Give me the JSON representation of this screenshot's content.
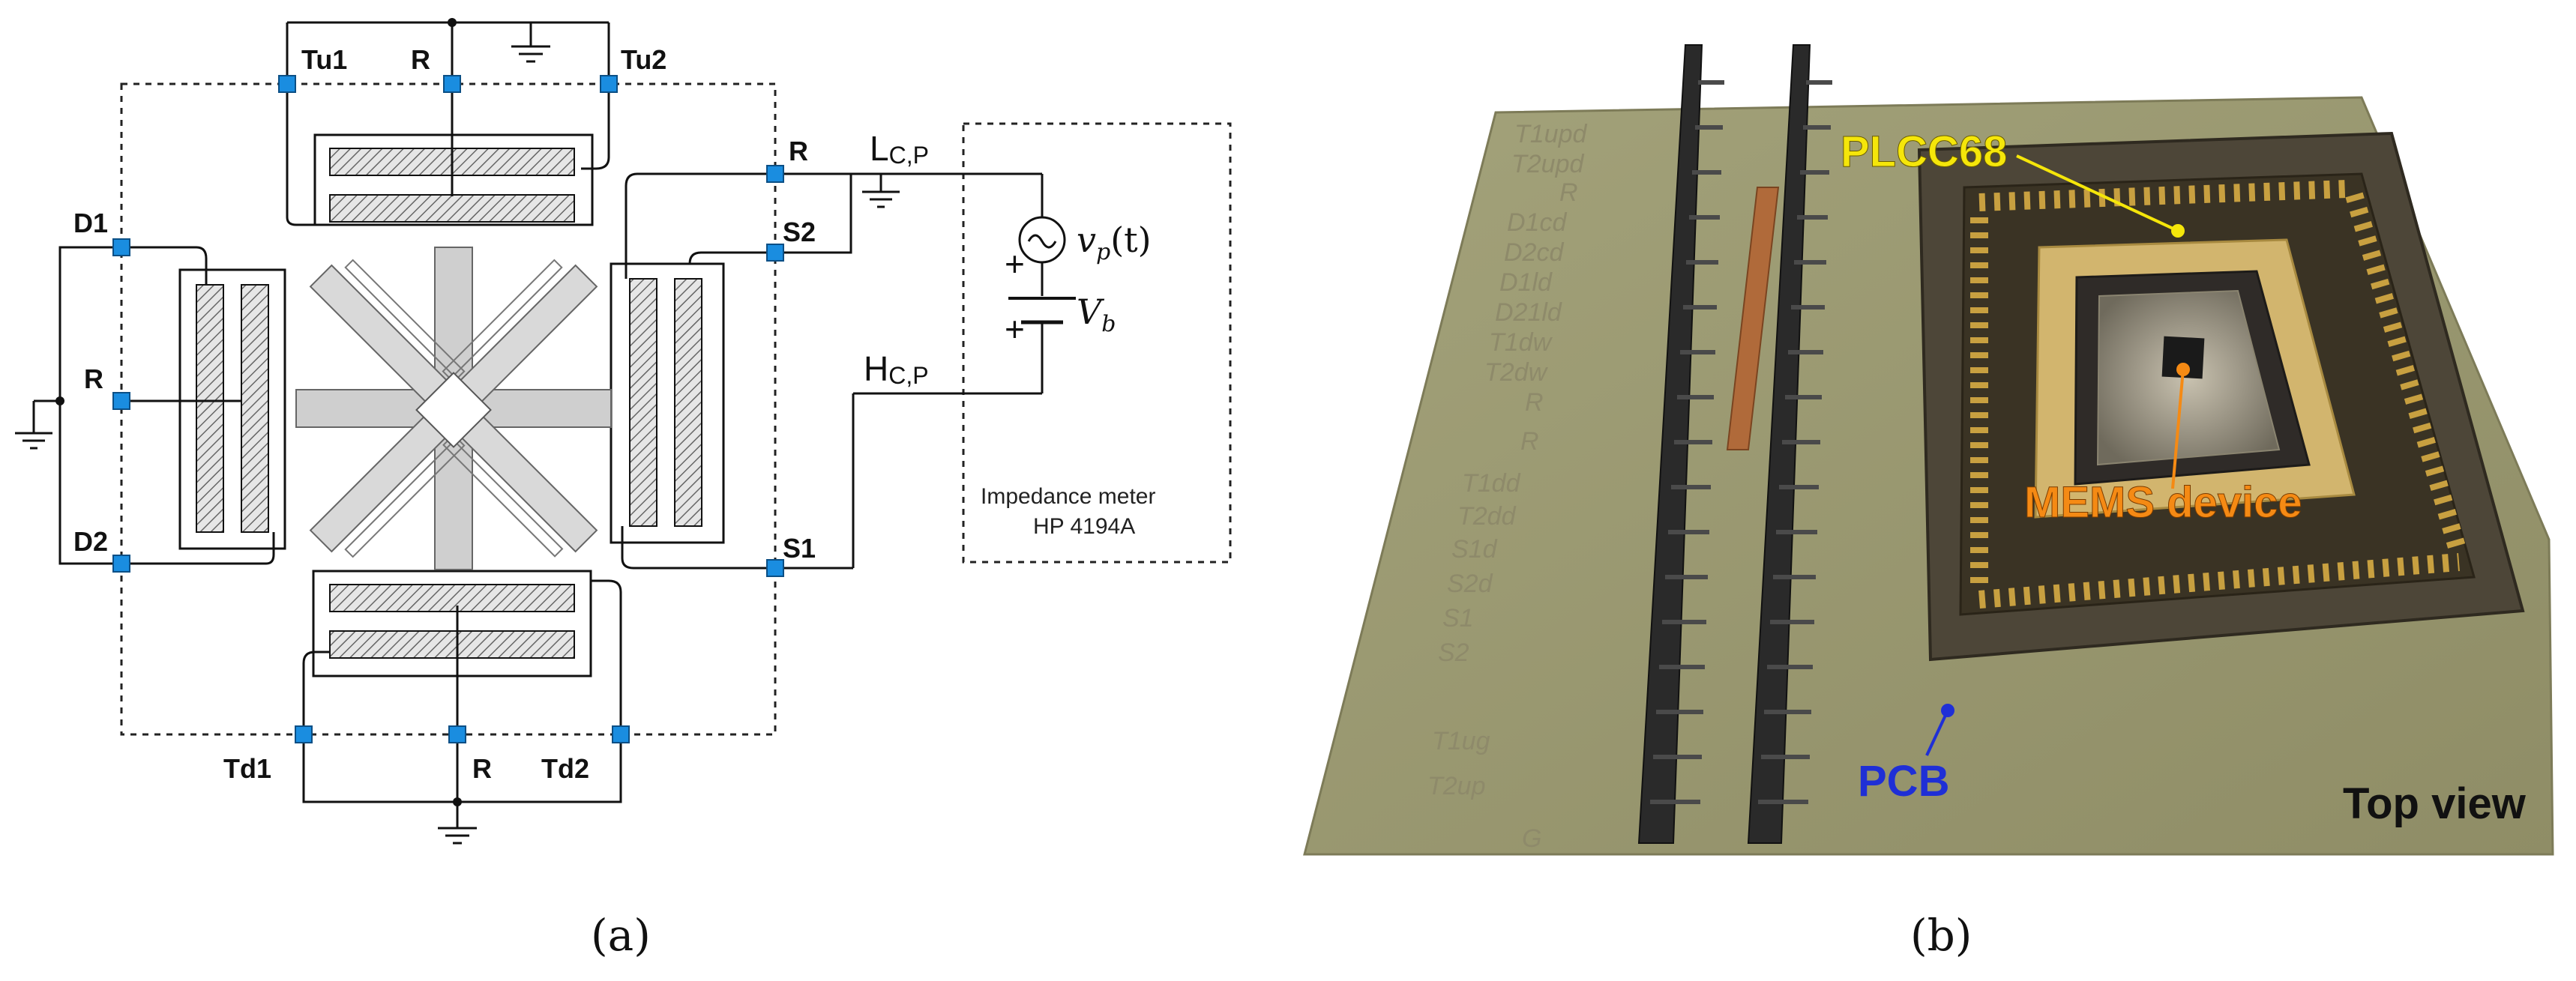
{
  "panel_a": {
    "terminals": {
      "tu1": "Tu1",
      "tu2": "Tu2",
      "r_top": "R",
      "d1": "D1",
      "r_left": "R",
      "d2": "D2",
      "r_right": "R",
      "s2": "S2",
      "s1": "S1",
      "td1": "Td1",
      "r_bottom": "R",
      "td2": "Td2"
    },
    "lcp_main": "L",
    "lcp_sub": "C,P",
    "hcp_main": "H",
    "hcp_sub": "C,P",
    "vp_label": "v",
    "vp_sub": "p",
    "vp_arg": "(t)",
    "vb_label": "V",
    "vb_sub": "b",
    "plus": "+",
    "meter_line1": "Impedance meter",
    "meter_line2": "HP 4194A",
    "caption": "(a)"
  },
  "panel_b": {
    "plcc_label": "PLCC68",
    "mems_label": "MEMS device",
    "pcb_label": "PCB",
    "view_label": "Top view",
    "silkscreen": [
      "T1upd",
      "T2upd",
      "R",
      "D1cd",
      "D2cd",
      "D1ld",
      "D21ld",
      "T1dw",
      "T2dw",
      "R",
      "R",
      "T1dd",
      "T2dd",
      "S1d",
      "S2d",
      "S1",
      "S2",
      "T1ug",
      "T2up",
      "G"
    ],
    "caption": "(b)",
    "colors": {
      "plcc": "#f5e60a",
      "mems": "#f58a14",
      "pcb": "#1f2fd6",
      "board": "#9c9a72"
    }
  }
}
